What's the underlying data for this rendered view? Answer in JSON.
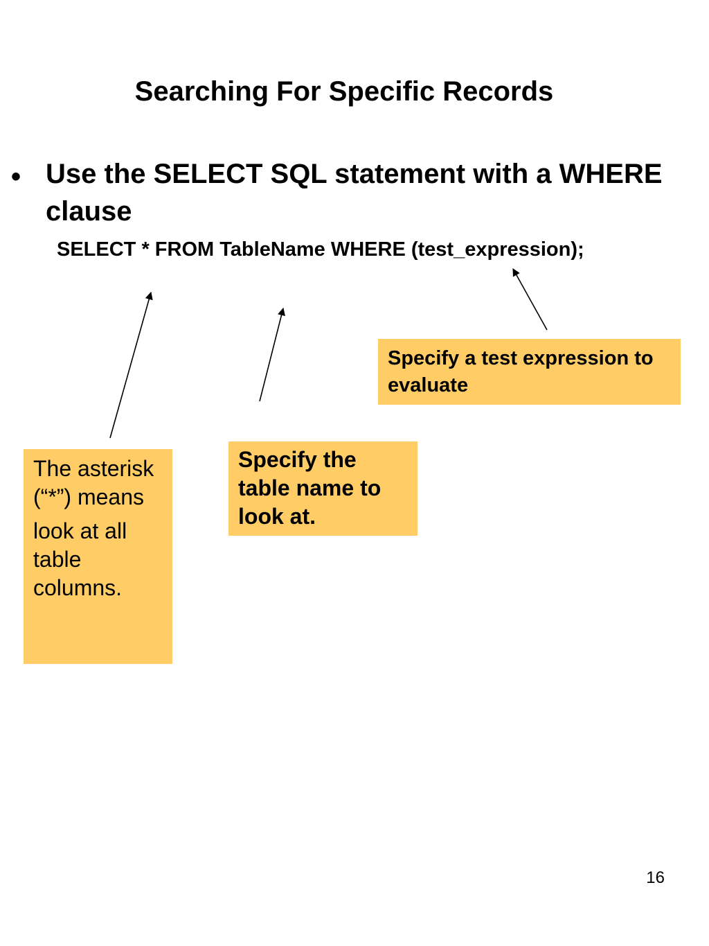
{
  "slide": {
    "title": "Searching For Specific Records",
    "bullet_marker": "•",
    "bullet_text": "Use the SELECT SQL statement with a WHERE clause",
    "sql_statement": "SELECT * FROM TableName WHERE (test_expression);",
    "page_number": "16"
  },
  "callouts": {
    "expression": "Specify a test expression to evaluate",
    "table": "Specify the table name to look at.",
    "asterisk_lines": [
      "The asterisk (“*”) means",
      "look at all table columns."
    ]
  },
  "colors": {
    "callout_fill": "#ffcc66",
    "text": "#000000",
    "background": "#ffffff"
  }
}
